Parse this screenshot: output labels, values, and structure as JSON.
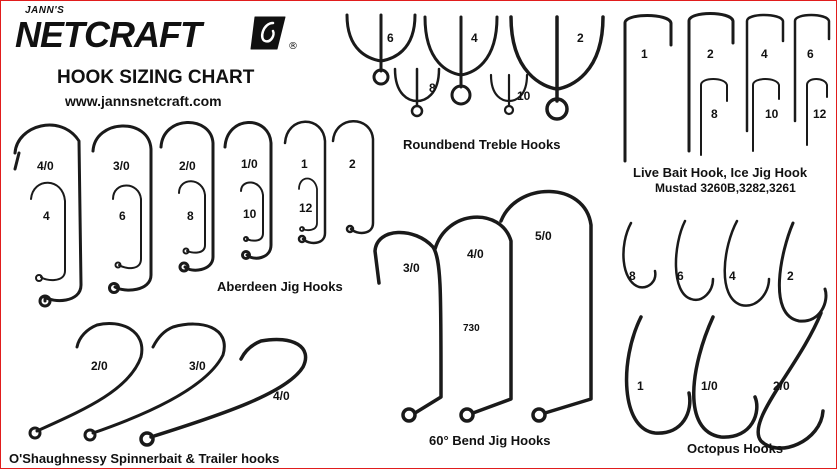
{
  "header": {
    "brand_small": "JANN'S",
    "brand": "NETCRAFT",
    "registered": "®",
    "title": "HOOK SIZING CHART",
    "url": "www.jannsnetcraft.com"
  },
  "sections": {
    "aberdeen": {
      "caption": "Aberdeen Jig Hooks",
      "sizes": [
        "4/0",
        "4",
        "3/0",
        "6",
        "2/0",
        "8",
        "1/0",
        "10",
        "1",
        "12",
        "2"
      ]
    },
    "treble": {
      "caption": "Roundbend Treble Hooks",
      "sizes": [
        "6",
        "4",
        "2",
        "8",
        "10"
      ]
    },
    "livebait": {
      "caption": "Live Bait Hook, Ice Jig Hook",
      "subcaption": "Mustad 3260B,3282,3261",
      "sizes": [
        "1",
        "2",
        "4",
        "6",
        "8",
        "10",
        "12"
      ]
    },
    "jig60": {
      "caption": "60° Bend Jig Hooks",
      "sizes": [
        "3/0",
        "4/0",
        "5/0"
      ],
      "model": "730"
    },
    "octopus": {
      "caption": "Octopus Hooks",
      "sizes": [
        "8",
        "6",
        "4",
        "2",
        "1",
        "1/0",
        "2/0"
      ]
    },
    "oshaughnessy": {
      "caption": "O'Shaughnessy Spinnerbait & Trailer hooks",
      "sizes": [
        "2/0",
        "3/0",
        "4/0"
      ]
    }
  },
  "colors": {
    "border": "#e11d1d",
    "ink": "#1a1a1a"
  },
  "icons": {
    "brand_mark": "fish-hook-logo-icon"
  }
}
